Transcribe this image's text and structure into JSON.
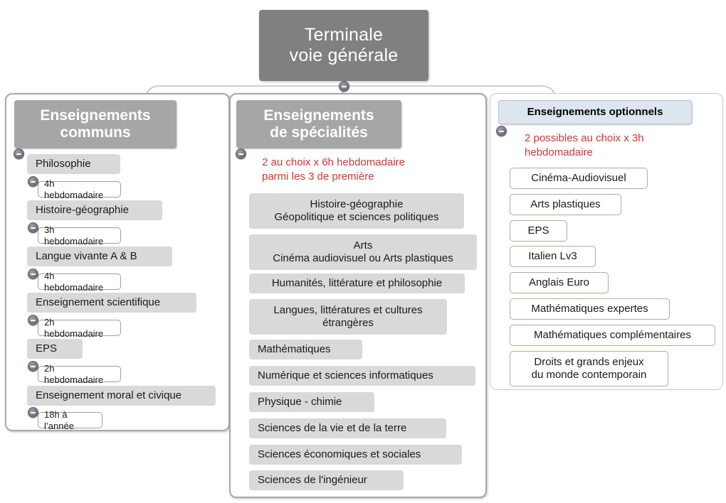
{
  "diagram": {
    "title": "Terminale voie générale",
    "root": {
      "line1": "Terminale",
      "line2": "voie générale"
    },
    "colors": {
      "root_fill": "#808080",
      "header_fill": "#a6a6a6",
      "optional_header_fill": "#dde5ef",
      "chip_fill": "#d9d9d9",
      "note_text": "#e03232",
      "panel_border": "#a9a9a9",
      "optional_chip_border": "#b3ab97"
    },
    "columns": [
      {
        "id": "enseignements-communs",
        "header_line1": "Enseignements",
        "header_line2": "communs",
        "items": [
          {
            "label": "Philosophie",
            "hours": "4h hebdomadaire"
          },
          {
            "label": "Histoire-géographie",
            "hours": "3h hebdomadaire"
          },
          {
            "label": "Langue vivante A & B",
            "hours": "4h hebdomadaire"
          },
          {
            "label": "Enseignement scientifique",
            "hours": "2h hebdomadaire"
          },
          {
            "label": "EPS",
            "hours": "2h hebdomadaire"
          },
          {
            "label": "Enseignement moral et civique",
            "hours": "18h à l’année"
          }
        ]
      },
      {
        "id": "enseignements-de-specialites",
        "header_line1": "Enseignements",
        "header_line2": "de spécialités",
        "note_line1": "2 au choix x 6h hebdomadaire",
        "note_line2": "parmi les 3 de première",
        "items": [
          {
            "line1": "Histoire-géographie",
            "line2": "Géopolitique et sciences politiques"
          },
          {
            "line1": "Arts",
            "line2": "Cinéma audiovisuel ou Arts plastiques"
          },
          {
            "line1": "Humanités, littérature et philosophie",
            "line2": ""
          },
          {
            "line1": "Langues, littératures et cultures",
            "line2": "étrangères"
          },
          {
            "line1": "Mathématiques",
            "line2": ""
          },
          {
            "line1": "Numérique et sciences informatiques",
            "line2": ""
          },
          {
            "line1": "Physique - chimie",
            "line2": ""
          },
          {
            "line1": "Sciences de la vie et de la terre",
            "line2": ""
          },
          {
            "line1": "Sciences économiques et sociales",
            "line2": ""
          },
          {
            "line1": "Sciences de l'ingénieur",
            "line2": ""
          }
        ]
      },
      {
        "id": "enseignements-optionnels",
        "header_line1": "Enseignements optionnels",
        "note_line1": "2 possibles au choix x 3h",
        "note_line2": "hebdomadaire",
        "items": [
          {
            "line1": "Cinéma-Audiovisuel",
            "line2": ""
          },
          {
            "line1": "Arts plastiques",
            "line2": ""
          },
          {
            "line1": "EPS",
            "line2": ""
          },
          {
            "line1": "Italien Lv3",
            "line2": ""
          },
          {
            "line1": "Anglais Euro",
            "line2": ""
          },
          {
            "line1": "Mathématiques expertes",
            "line2": ""
          },
          {
            "line1": "Mathématiques complémentaires",
            "line2": ""
          },
          {
            "line1": "Droits et grands enjeux",
            "line2": "du monde contemporain"
          }
        ]
      }
    ]
  }
}
